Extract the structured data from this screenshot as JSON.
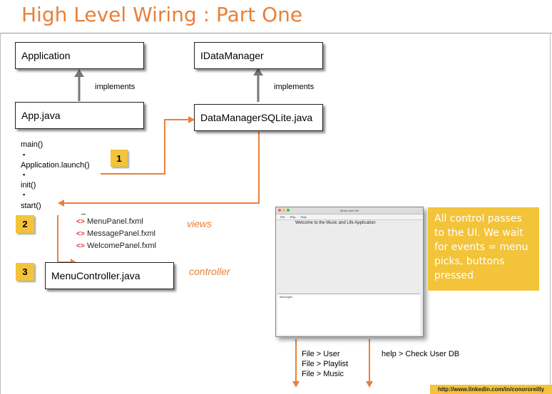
{
  "title": "High Level Wiring : Part One",
  "boxes": {
    "application": "Application",
    "idatamanager": "IDataManager",
    "app_java": "App.java",
    "datamanager": "DataManagerSQLite.java",
    "menucontroller": "MenuController.java"
  },
  "implements_label": "implements",
  "sequence": [
    "main()",
    "Application.launch()",
    "init()",
    "start()"
  ],
  "sequence_dot": "▪",
  "dash": "_",
  "badges": [
    "1",
    "2",
    "3"
  ],
  "views_label": "views",
  "controller_label": "controller",
  "fxml_files": [
    "MenuPanel.fxml",
    "MessagePanel.fxml",
    "WelcomePanel.fxml"
  ],
  "fxml_icon": "<>",
  "window": {
    "title": "Music and Life",
    "menus": [
      "File",
      "Play",
      "Help"
    ],
    "welcome": "Welcome to the Music and Life Application",
    "messages_label": "Messages"
  },
  "note": "All control passes to the UI. We wait for events = menu picks, buttons pressed",
  "menu_picks_left": [
    "File > User",
    "File > Playlist",
    "File > Music"
  ],
  "menu_pick_right": "help > Check User DB",
  "url": "http://www.linkedin.com/in/conororeilly",
  "colors": {
    "accent": "#e8803a",
    "badge": "#f3c33a"
  }
}
